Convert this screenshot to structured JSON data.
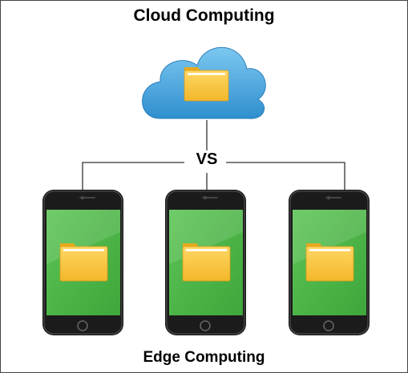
{
  "diagram": {
    "top_title": "Cloud Computing",
    "vs_label": "VS",
    "bottom_title": "Edge Computing",
    "colors": {
      "cloud": "#3a9fd8",
      "cloud_highlight": "#7cc8f0",
      "phone_body": "#1b1b1b",
      "phone_screen": "#4cb848",
      "folder": "#f6c33a",
      "connector": "#333333"
    },
    "icons": [
      "cloud-icon",
      "folder-icon",
      "smartphone-icon"
    ],
    "devices": [
      {
        "name": "smartphone-left"
      },
      {
        "name": "smartphone-center"
      },
      {
        "name": "smartphone-right"
      }
    ]
  }
}
